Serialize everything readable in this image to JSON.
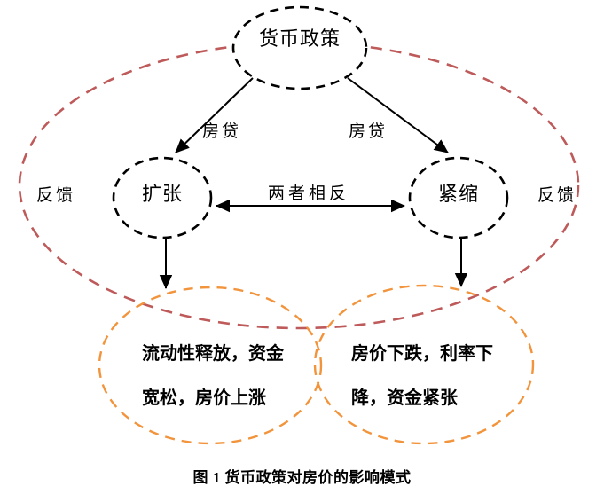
{
  "figure": {
    "caption": "图 1  货币政策对房价的影响模式",
    "colors": {
      "outer_ellipse": "#BE5A5A",
      "outcome_ellipse": "#F2943C",
      "node_stroke": "#000000",
      "arrow": "#000000",
      "text": "#000000",
      "background": "#FFFFFF"
    }
  },
  "nodes": {
    "policy": "货币政策",
    "expansion": "扩张",
    "contraction": "紧缩"
  },
  "edge_labels": {
    "loan_left": "房贷",
    "loan_right": "房贷",
    "opposite": "两者相反",
    "feedback_left": "反馈",
    "feedback_right": "反馈"
  },
  "outcomes": {
    "expansion_result": {
      "line1": "流动性释放，资金",
      "line2": "宽松，房价上涨"
    },
    "contraction_result": {
      "line1": "房价下跌，利率下",
      "line2": "降，资金紧张"
    }
  }
}
